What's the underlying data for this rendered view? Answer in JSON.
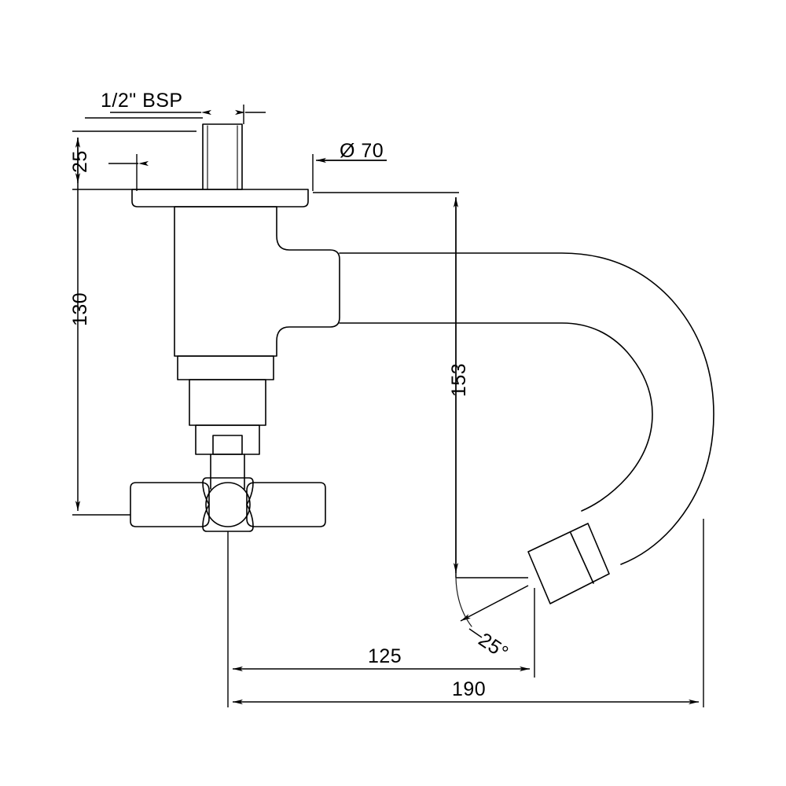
{
  "drawing": {
    "title": "Wall-mounted bib tap / faucet technical dimension drawing",
    "view": "side elevation",
    "units": "mm",
    "line_color": "#000000",
    "background_color": "#ffffff"
  },
  "dimensions": {
    "inlet_thread": "1/2\" BSP",
    "flange_diameter": "Ø 70",
    "flange_thickness": "25",
    "body_height": "130",
    "spout_height": "153",
    "outlet_angle": "25°",
    "projection_short": "125",
    "projection_total": "190"
  },
  "labels": [
    {
      "id": "inlet-thread",
      "text": "1/2\" BSP",
      "rotation": 0
    },
    {
      "id": "flange-diameter",
      "text": "Ø 70",
      "rotation": 0
    },
    {
      "id": "flange-thickness",
      "text": "25",
      "rotation": -90
    },
    {
      "id": "body-height",
      "text": "130",
      "rotation": -90
    },
    {
      "id": "spout-height",
      "text": "153",
      "rotation": -90
    },
    {
      "id": "outlet-angle",
      "text": "25°",
      "rotation": 35
    },
    {
      "id": "projection-short",
      "text": "125",
      "rotation": 0
    },
    {
      "id": "projection-total",
      "text": "190",
      "rotation": 0
    }
  ],
  "parts": [
    {
      "id": "inlet-nipple",
      "name": "Inlet nipple (1/2\" BSP male thread)"
    },
    {
      "id": "wall-flange",
      "name": "Wall flange / escutcheon plate"
    },
    {
      "id": "valve-body",
      "name": "Valve body"
    },
    {
      "id": "bonnet-collar",
      "name": "Bonnet collar"
    },
    {
      "id": "stem-housing",
      "name": "Stem housing"
    },
    {
      "id": "cross-handle",
      "name": "Cross handle"
    },
    {
      "id": "swan-spout",
      "name": "Curved swan-neck spout"
    },
    {
      "id": "aerator-outlet",
      "name": "Angled aerator outlet"
    }
  ]
}
